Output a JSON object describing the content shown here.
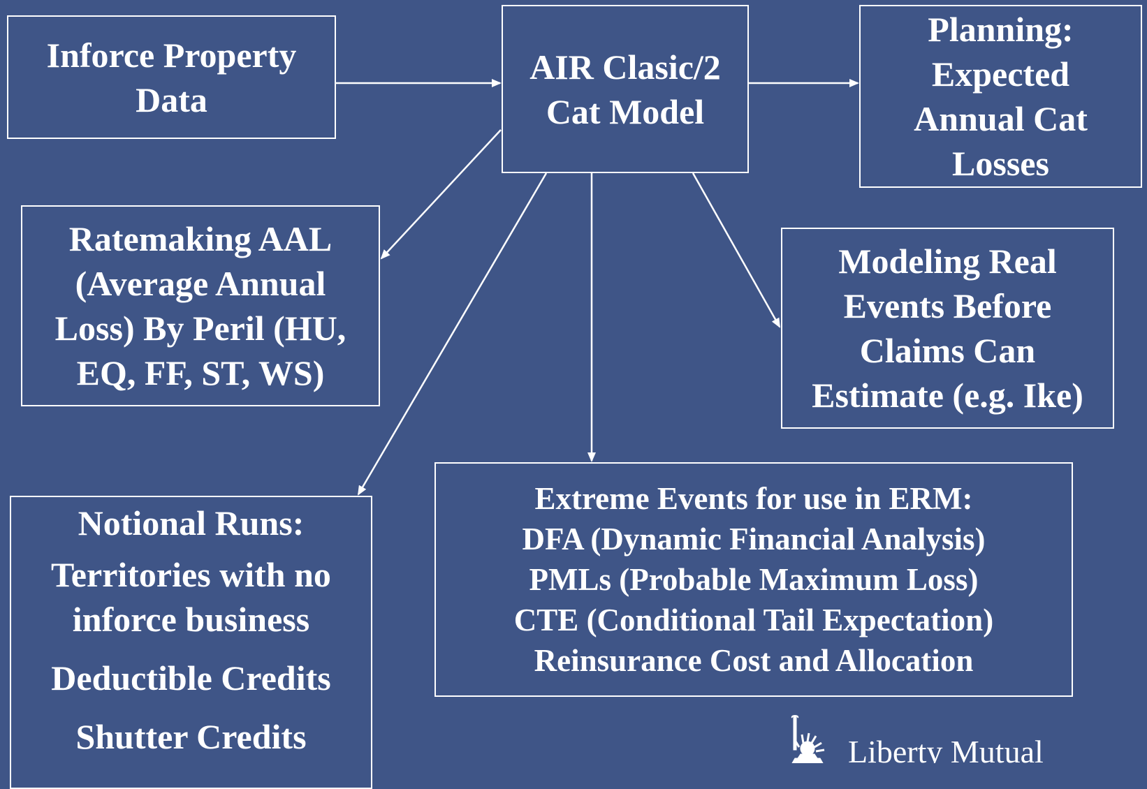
{
  "nodes": {
    "inforce": [
      "Inforce Property",
      "Data"
    ],
    "air": [
      "AIR Clasic/2",
      "Cat Model"
    ],
    "planning": [
      "Planning:",
      "Expected",
      "Annual Cat",
      "Losses"
    ],
    "ratemaking": [
      "Ratemaking AAL",
      "(Average Annual",
      "Loss) By Peril (HU,",
      "EQ, FF, ST, WS)"
    ],
    "modeling": [
      "Modeling Real",
      "Events Before",
      "Claims Can",
      "Estimate (e.g. Ike)"
    ],
    "extreme": [
      "Extreme Events for use in ERM:",
      "DFA (Dynamic Financial Analysis)",
      "PMLs (Probable Maximum Loss)",
      "CTE (Conditional Tail Expectation)",
      "Reinsurance Cost and Allocation"
    ],
    "notional": [
      "Notional Runs:",
      "Territories with no",
      "inforce business",
      "Deductible Credits",
      "Shutter Credits"
    ]
  },
  "logo": {
    "text": "Liberty Mutual",
    "icon": "statue-of-liberty-icon"
  },
  "colors": {
    "background": "#3F5587",
    "foreground": "#FFFFFF"
  }
}
